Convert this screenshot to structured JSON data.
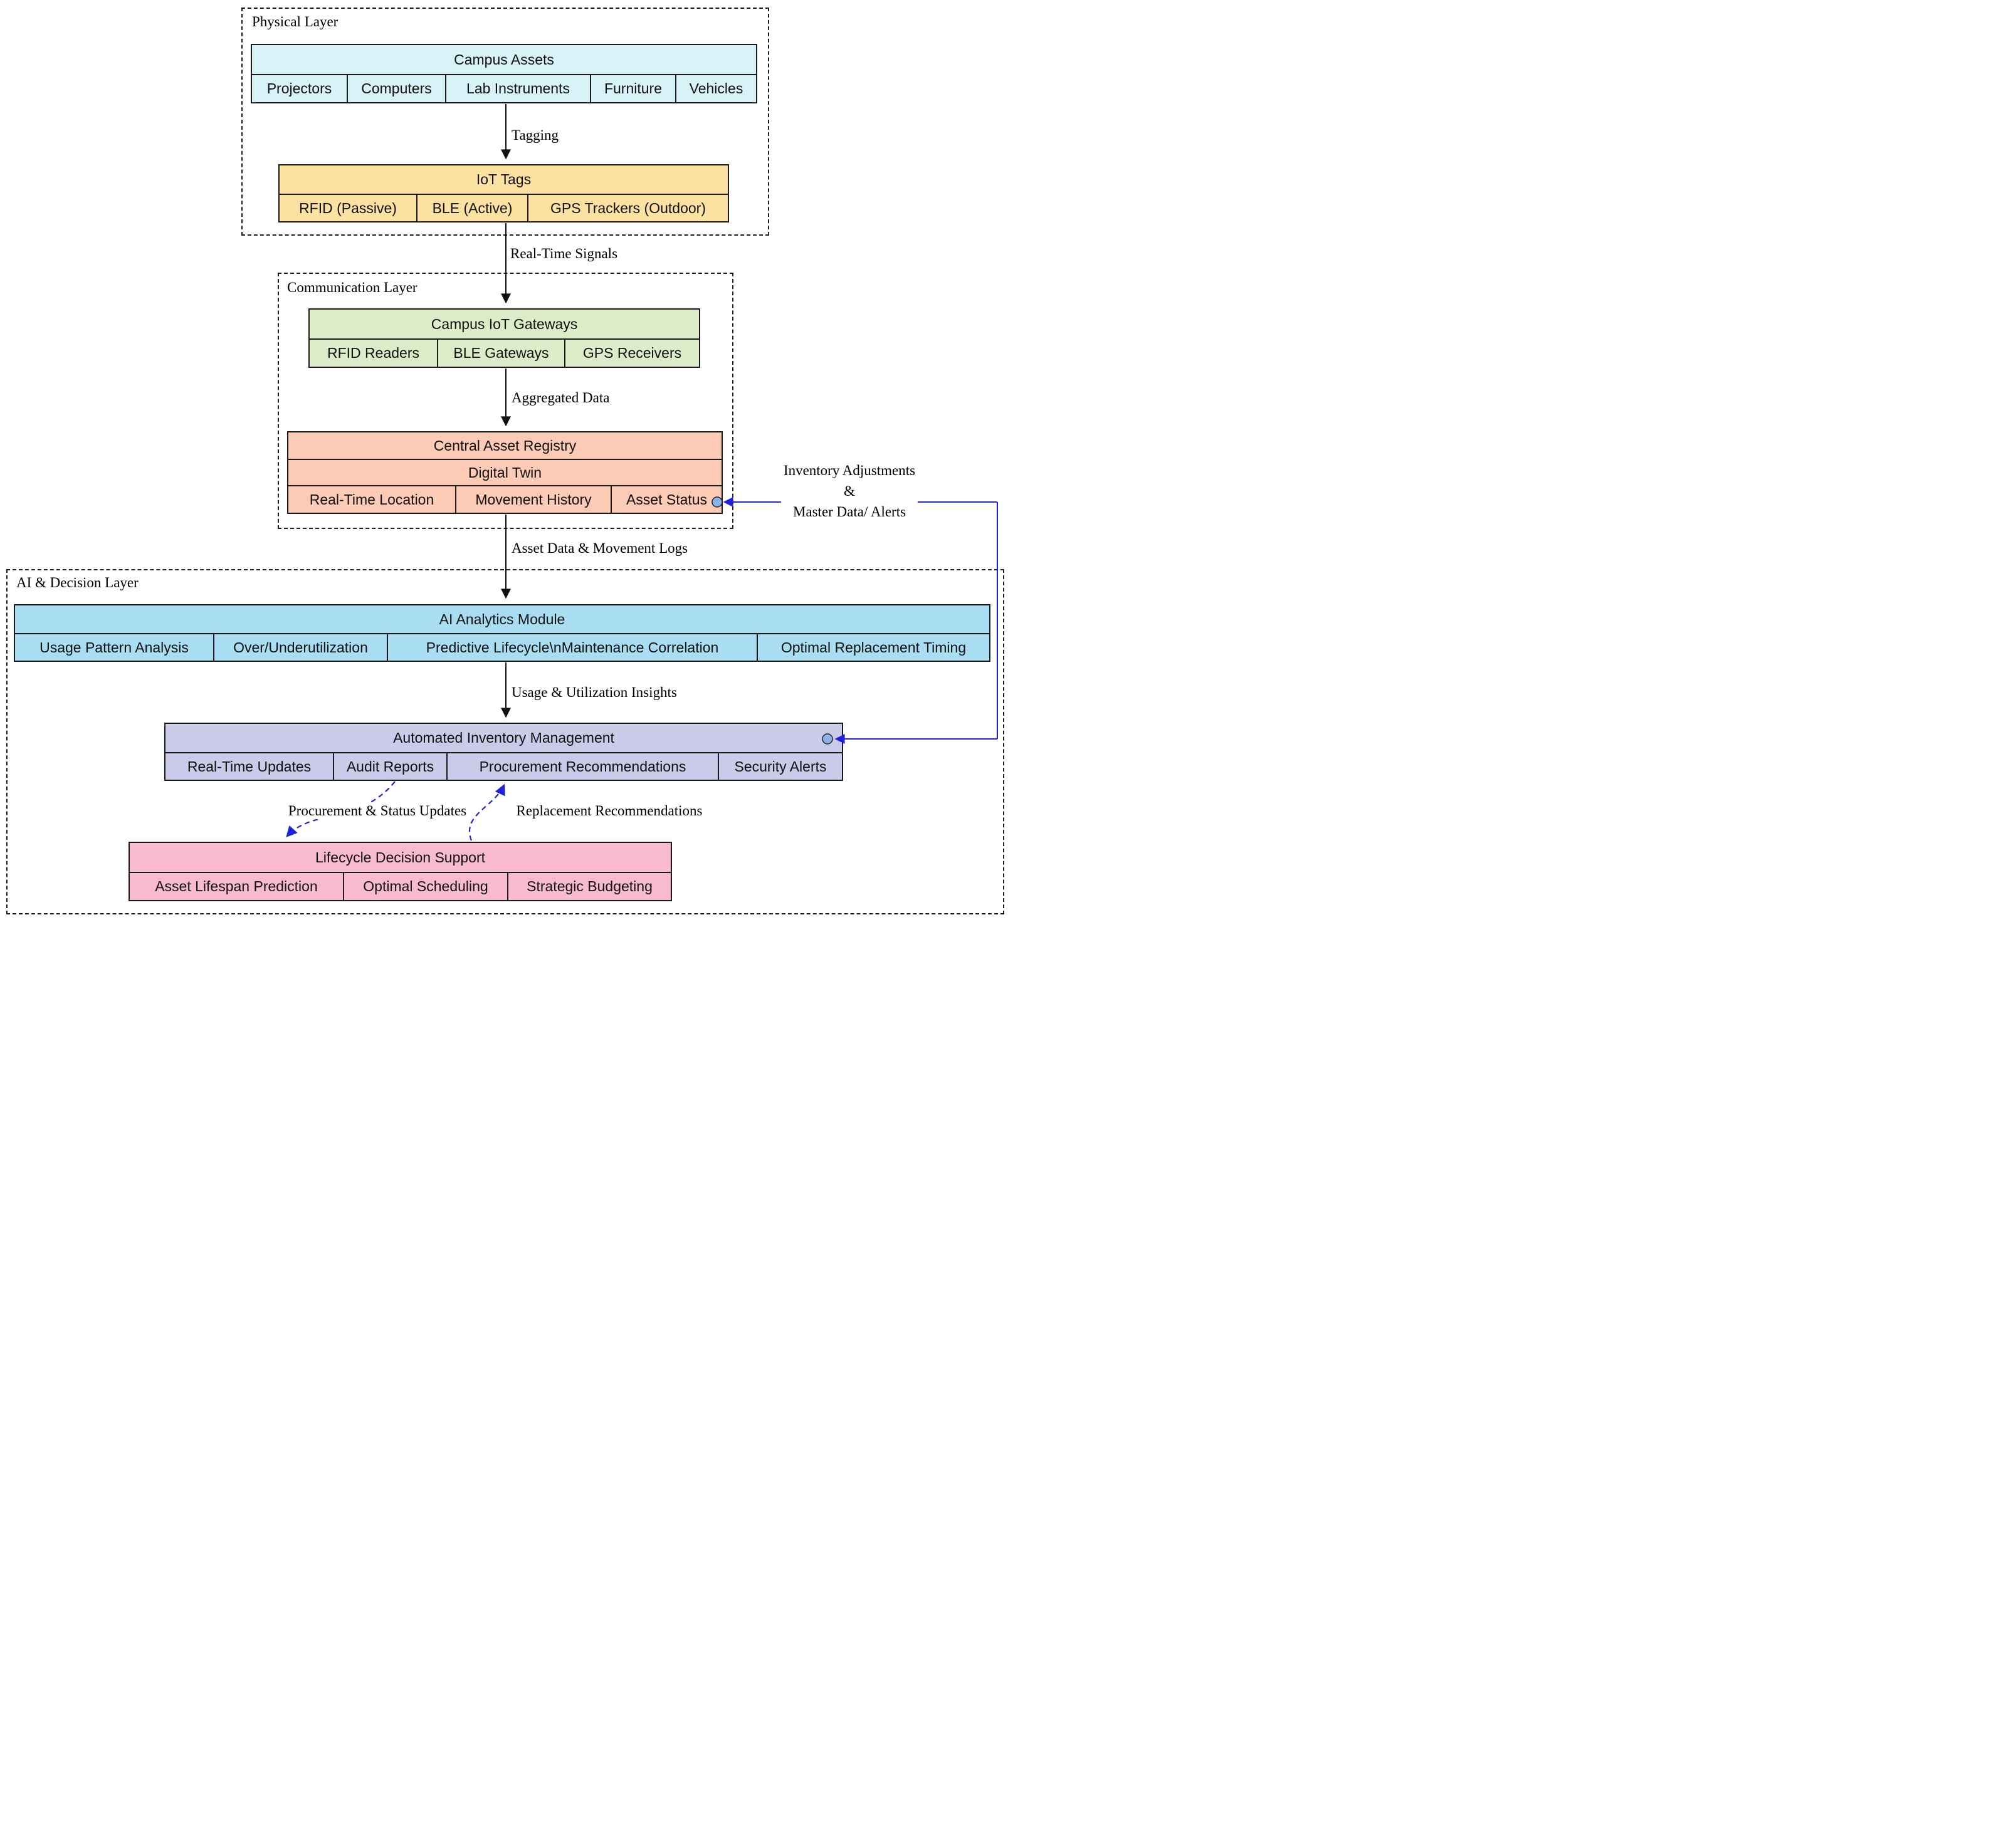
{
  "colors": {
    "cyan": "#d7f3f7",
    "yellow": "#fbe2a1",
    "green": "#dcecc9",
    "salmon": "#fccbb5",
    "sky": "#a9def2",
    "lavender": "#c9cbe8",
    "pink": "#f8bacf",
    "line_blue": "#2121dd",
    "node_border": "#1a1a1a",
    "endpoint_fill": "#8db4e8"
  },
  "layers": {
    "physical": {
      "title": "Physical Layer"
    },
    "communication": {
      "title": "Communication Layer"
    },
    "ai_decision": {
      "title": "AI & Decision Layer"
    }
  },
  "nodes": {
    "campus_assets": {
      "title": "Campus Assets",
      "cells": [
        "Projectors",
        "Computers",
        "Lab Instruments",
        "Furniture",
        "Vehicles"
      ]
    },
    "iot_tags": {
      "title": "IoT Tags",
      "cells": [
        "RFID (Passive)",
        "BLE (Active)",
        "GPS Trackers (Outdoor)"
      ]
    },
    "gateways": {
      "title": "Campus IoT Gateways",
      "cells": [
        "RFID Readers",
        "BLE Gateways",
        "GPS Receivers"
      ]
    },
    "registry": {
      "title": "Central Asset Registry",
      "subtitle": "Digital Twin",
      "cells": [
        "Real-Time Location",
        "Movement History",
        "Asset Status"
      ]
    },
    "analytics": {
      "title": "AI Analytics Module",
      "cells": [
        "Usage Pattern Analysis",
        "Over/Underutilization",
        "Predictive Lifecycle\\nMaintenance Correlation",
        "Optimal Replacement Timing"
      ]
    },
    "inventory": {
      "title": "Automated Inventory Management",
      "cells": [
        "Real-Time Updates",
        "Audit Reports",
        "Procurement Recommendations",
        "Security Alerts"
      ]
    },
    "lifecycle": {
      "title": "Lifecycle Decision Support",
      "cells": [
        "Asset Lifespan Prediction",
        "Optimal Scheduling",
        "Strategic Budgeting"
      ]
    }
  },
  "edge_labels": {
    "tagging": "Tagging",
    "real_time_signals": "Real-Time Signals",
    "aggregated_data": "Aggregated Data",
    "asset_data_movement_logs": "Asset Data & Movement Logs",
    "usage_utilization_insights": "Usage & Utilization Insights",
    "inventory_adjustments_lines": [
      "Inventory Adjustments",
      "&",
      "Master Data/ Alerts"
    ],
    "procurement_status_updates": "Procurement & Status Updates",
    "replacement_recommendations": "Replacement Recommendations"
  }
}
